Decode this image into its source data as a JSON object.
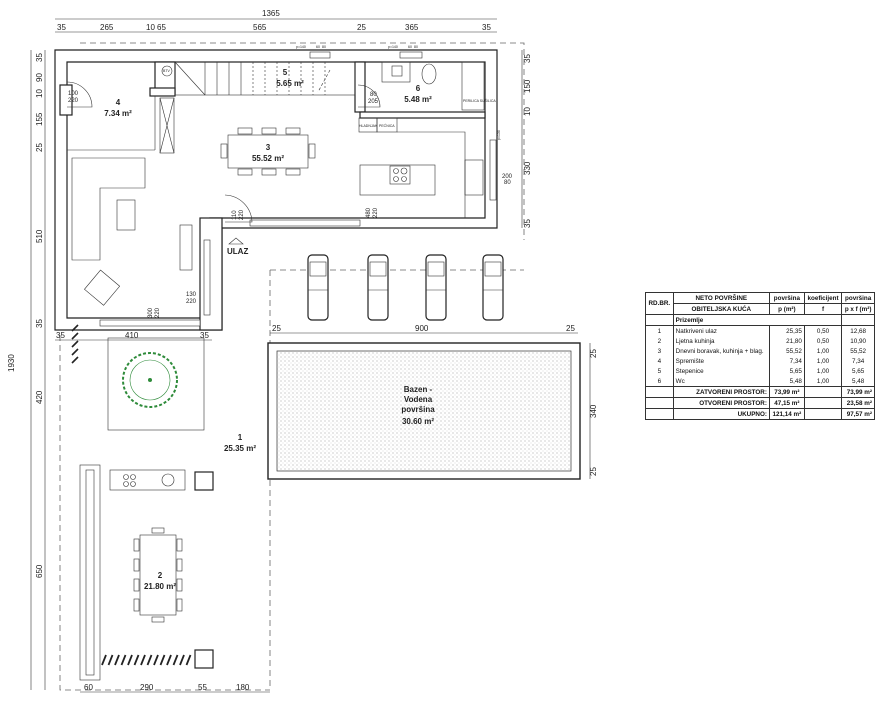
{
  "plan": {
    "dims_top": {
      "total": "1365",
      "segments": [
        "35",
        "265",
        "10",
        "65",
        "565",
        "25",
        "365",
        "35"
      ]
    },
    "dims_left": {
      "total": "1930",
      "segments": [
        "35",
        "90",
        "10",
        "155",
        "25",
        "510",
        "35",
        "420",
        "650"
      ]
    },
    "dims_right": [
      "35",
      "150",
      "10",
      "330",
      "35"
    ],
    "dims_living_bottom": [
      "35",
      "410",
      "35"
    ],
    "dims_pool_top": [
      "25",
      "900",
      "25"
    ],
    "dims_pool_right": [
      "25",
      "340",
      "25"
    ],
    "dims_bottom": [
      "60",
      "290",
      "55",
      "180"
    ],
    "openings": {
      "door_4": [
        "100",
        "220"
      ],
      "window_top_1": {
        "sill": "p=140",
        "size": [
          "60",
          "80"
        ]
      },
      "window_top_2": {
        "sill": "p=140",
        "size": [
          "60",
          "80"
        ]
      },
      "door_6": [
        "80",
        "205"
      ],
      "door_entry": [
        "110",
        "220"
      ],
      "window_south": [
        "480",
        "220"
      ],
      "window_east": [
        "200",
        "80"
      ],
      "window_east_sill": "p=130",
      "door_living": [
        "130",
        "220"
      ],
      "window_living": [
        "300",
        "220"
      ]
    },
    "entrance_label": "ULAZ",
    "boiler_label": "BTV",
    "fridge_label": "HLADNJAK",
    "oven_label": "PEĆNICA",
    "washer_label": "PERILICA SUŠILICA",
    "rooms": [
      {
        "num": "1",
        "area": "25.35 m²"
      },
      {
        "num": "2",
        "area": "21.80 m²"
      },
      {
        "num": "3",
        "area": "55.52 m²"
      },
      {
        "num": "4",
        "area": "7.34 m²"
      },
      {
        "num": "5",
        "area": "5.65 m²"
      },
      {
        "num": "6",
        "area": "5.48 m²"
      }
    ],
    "pool": {
      "line1": "Bazen -",
      "line2": "Vodena",
      "line3": "površina",
      "area": "30.60 m²"
    }
  },
  "area_table": {
    "h_rdbr": "RD.BR.",
    "h_neto": "NETO POVRŠINE",
    "h_povrsina": "površina",
    "h_koef": "koeficijent",
    "h_povrsina2": "površina",
    "h_house": "OBITELJSKA KUĆA",
    "h_p": "p (m²)",
    "h_f": "f",
    "h_pxf": "p x f (m²)",
    "section": "Prizemlje",
    "rows": [
      {
        "no": "1",
        "name": "Natkriveni ulaz",
        "p": "25,35",
        "f": "0,50",
        "pf": "12,68"
      },
      {
        "no": "2",
        "name": "Ljetna kuhinja",
        "p": "21,80",
        "f": "0,50",
        "pf": "10,90"
      },
      {
        "no": "3",
        "name": "Dnevni boravak, kuhinja + blag.",
        "p": "55,52",
        "f": "1,00",
        "pf": "55,52"
      },
      {
        "no": "4",
        "name": "Spremište",
        "p": "7,34",
        "f": "1,00",
        "pf": "7,34"
      },
      {
        "no": "5",
        "name": "Stepenice",
        "p": "5,65",
        "f": "1,00",
        "pf": "5,65"
      },
      {
        "no": "6",
        "name": "Wc",
        "p": "5,48",
        "f": "1,00",
        "pf": "5,48"
      }
    ],
    "totals": [
      {
        "label": "ZATVORENI PROSTOR:",
        "p": "73,99 m²",
        "pf": "73,99 m²"
      },
      {
        "label": "OTVORENI PROSTOR:",
        "p": "47,15 m²",
        "pf": "23,58 m²"
      },
      {
        "label": "UKUPNO:",
        "p": "121,14 m²",
        "pf": "97,57 m²"
      }
    ]
  }
}
